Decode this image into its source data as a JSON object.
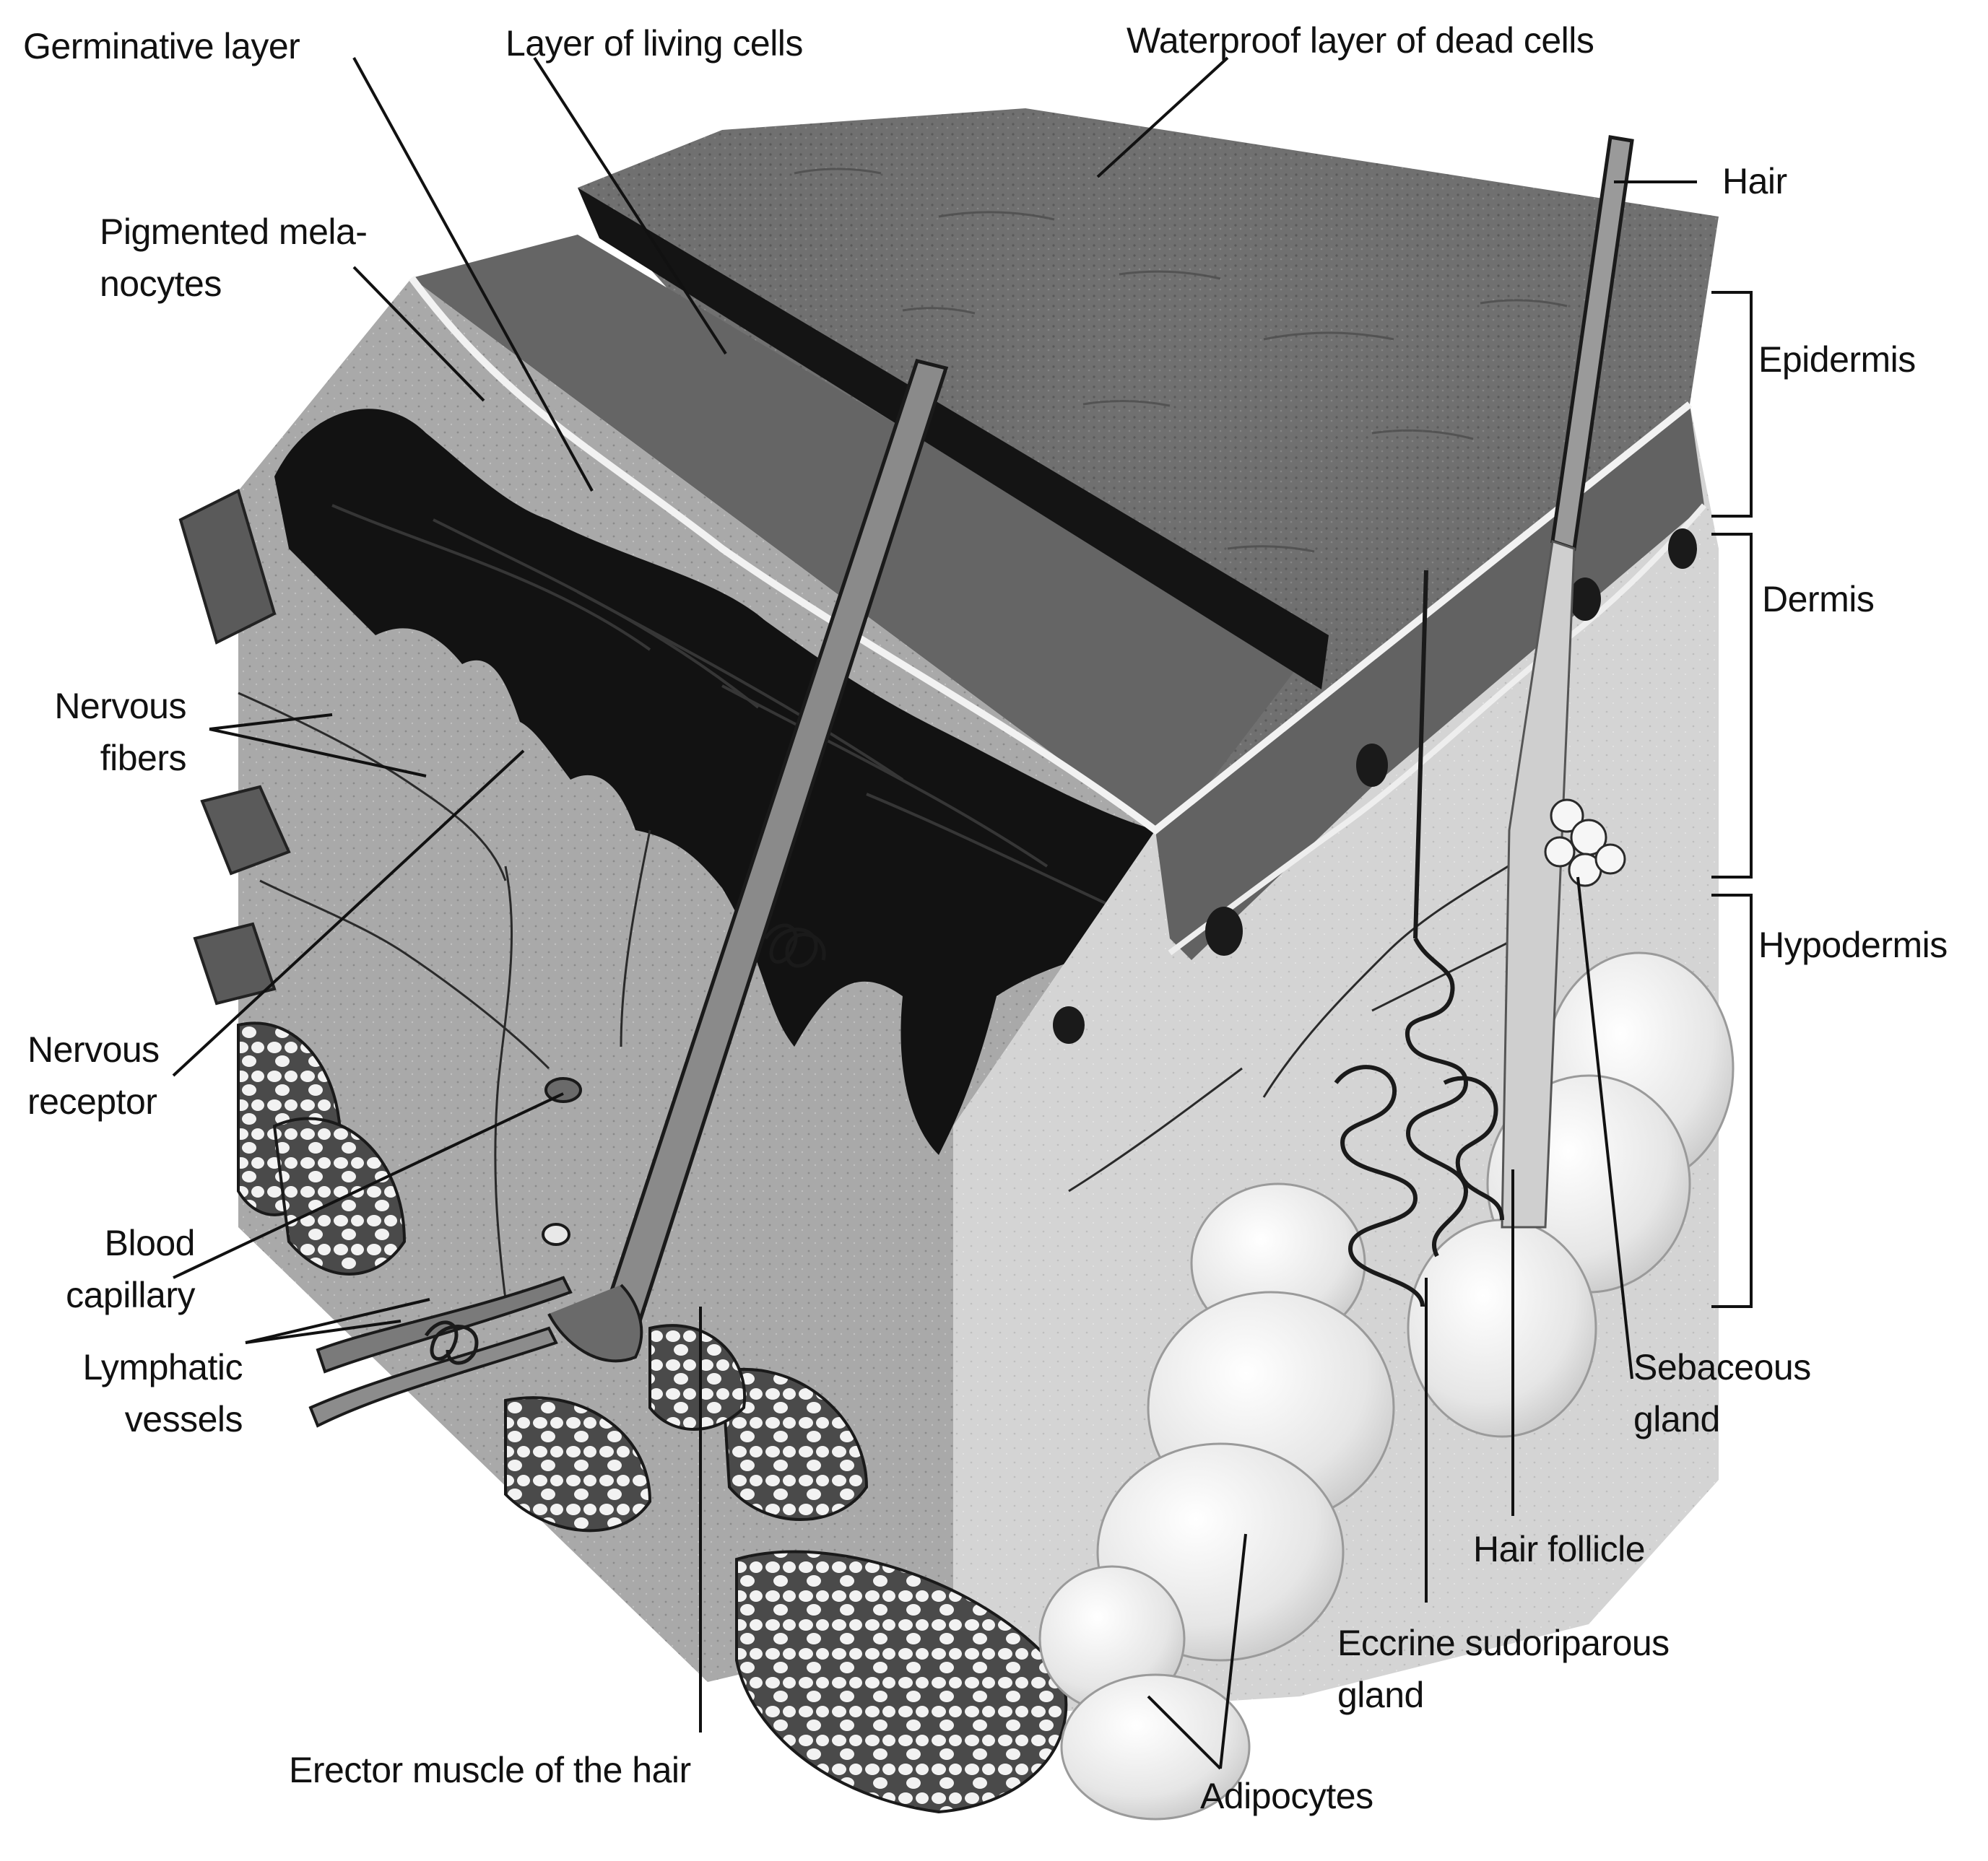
{
  "labels": {
    "germinative_layer": "Germinative layer",
    "layer_living_cells": "Layer of living cells",
    "waterproof_layer": "Waterproof layer of dead cells",
    "hair": "Hair",
    "pigmented_melanocytes": [
      "Pigmented mela-",
      "nocytes"
    ],
    "epidermis": "Epidermis",
    "dermis": "Dermis",
    "hypodermis": "Hypodermis",
    "nervous_fibers": [
      "Nervous",
      "fibers"
    ],
    "nervous_receptor": [
      "Nervous",
      "receptor"
    ],
    "blood_capillary": [
      "Blood",
      "capillary"
    ],
    "lymphatic_vessels": [
      "Lymphatic",
      "vessels"
    ],
    "sebaceous_gland": [
      "Sebaceous",
      "gland"
    ],
    "hair_follicle": "Hair follicle",
    "eccrine_gland": [
      "Eccrine sudoriparous",
      "gland"
    ],
    "erector_muscle": "Erector muscle of the hair",
    "adipocytes": "Adipocytes"
  },
  "colors": {
    "top_surface": "#6f6f6f",
    "dark_layer": "#121212",
    "dermis_tissue": "#a9a9a9",
    "right_face": "#d2d2d2",
    "fat_globule": "#eeeeee",
    "label_text": "#111111"
  }
}
